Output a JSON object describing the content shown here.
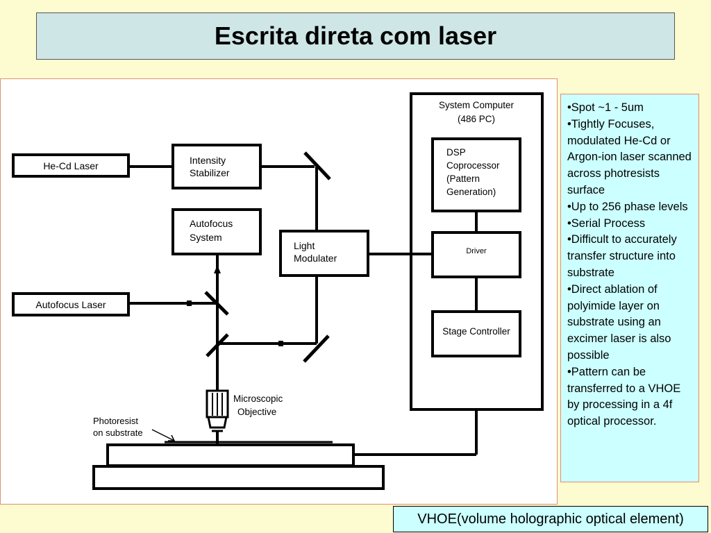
{
  "title": "Escrita direta com laser",
  "diagram": {
    "he_cd_laser": "He-Cd Laser",
    "intensity_stabilizer": [
      "Intensity",
      "Stabilizer"
    ],
    "autofocus_system": [
      "Autofocus",
      "System"
    ],
    "autofocus_laser": "Autofocus Laser",
    "light_modulater": [
      "Light",
      "Modulater"
    ],
    "system_computer": [
      "System Computer",
      "(486 PC)"
    ],
    "dsp_coprocessor": [
      "DSP",
      "Coprocessor",
      "(Pattern",
      "Generation)"
    ],
    "driver": "Driver",
    "stage_controller": "Stage Controller",
    "microscopic_objective": [
      "Microscopic",
      "Objective"
    ],
    "photoresist": [
      "Photoresist",
      "on substrate"
    ]
  },
  "bullets": [
    "•Spot ~1 - 5um",
    "•Tightly Focuses, modulated He-Cd or Argon-ion laser scanned across photresists surface",
    "•Up to 256 phase levels",
    "•Serial Process",
    "•Difficult to accurately transfer structure into substrate",
    "•Direct ablation of polyimide layer on substrate using an excimer laser is also possible",
    "•Pattern can be transferred to a VHOE by processing in a 4f optical processor."
  ],
  "footnote": "VHOE(volume holographic optical element)"
}
